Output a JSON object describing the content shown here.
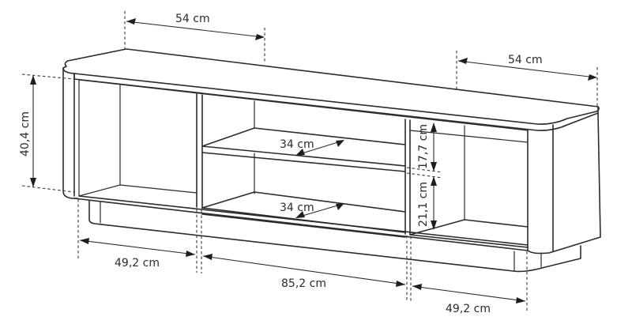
{
  "diagram": {
    "subject": "TV stand technical drawing",
    "line_color": "#2b2b2b",
    "background": "#ffffff",
    "dimensions": {
      "top_depth_left": "54 cm",
      "top_depth_right": "54 cm",
      "height_total": "40,4 cm",
      "upper_shelf_height": "17,7 cm",
      "lower_shelf_height": "21,1 cm",
      "upper_shelf_depth": "34 cm",
      "lower_shelf_depth": "34 cm",
      "left_compartment_width": "49,2 cm",
      "middle_compartment_width": "85,2 cm",
      "right_compartment_width": "49,2 cm"
    }
  }
}
